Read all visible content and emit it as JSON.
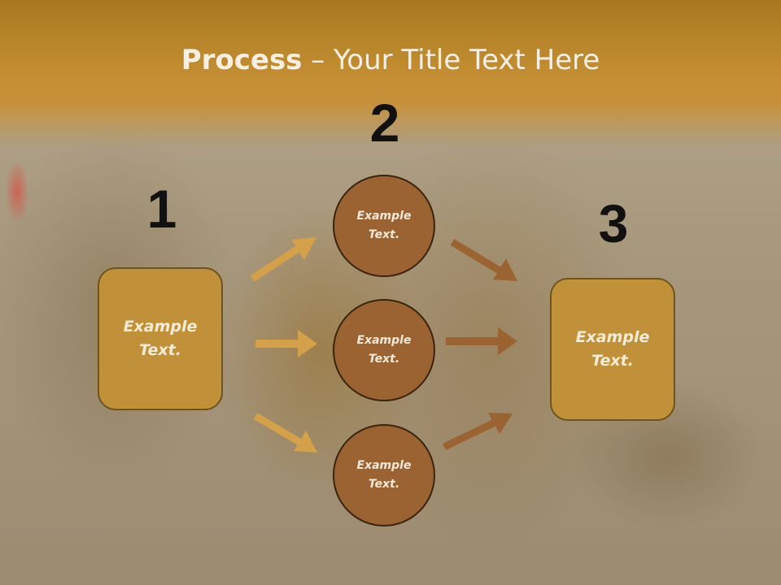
{
  "slide": {
    "title_bold": "Process",
    "title_rest": " – Your Title Text Here"
  },
  "steps": {
    "step1_number": "1",
    "step2_number": "2",
    "step3_number": "3"
  },
  "left_box": {
    "label": "Example Text."
  },
  "right_box": {
    "label": "Example Text."
  },
  "circles": [
    {
      "label": "Example Text."
    },
    {
      "label": "Example Text."
    },
    {
      "label": "Example Text."
    }
  ],
  "colors": {
    "header_gold": "#c18c30",
    "box_fill": "#c1913a",
    "circle_fill": "#9a6331",
    "arrow_left": "#d4a04a",
    "arrow_right": "#9a6331"
  }
}
